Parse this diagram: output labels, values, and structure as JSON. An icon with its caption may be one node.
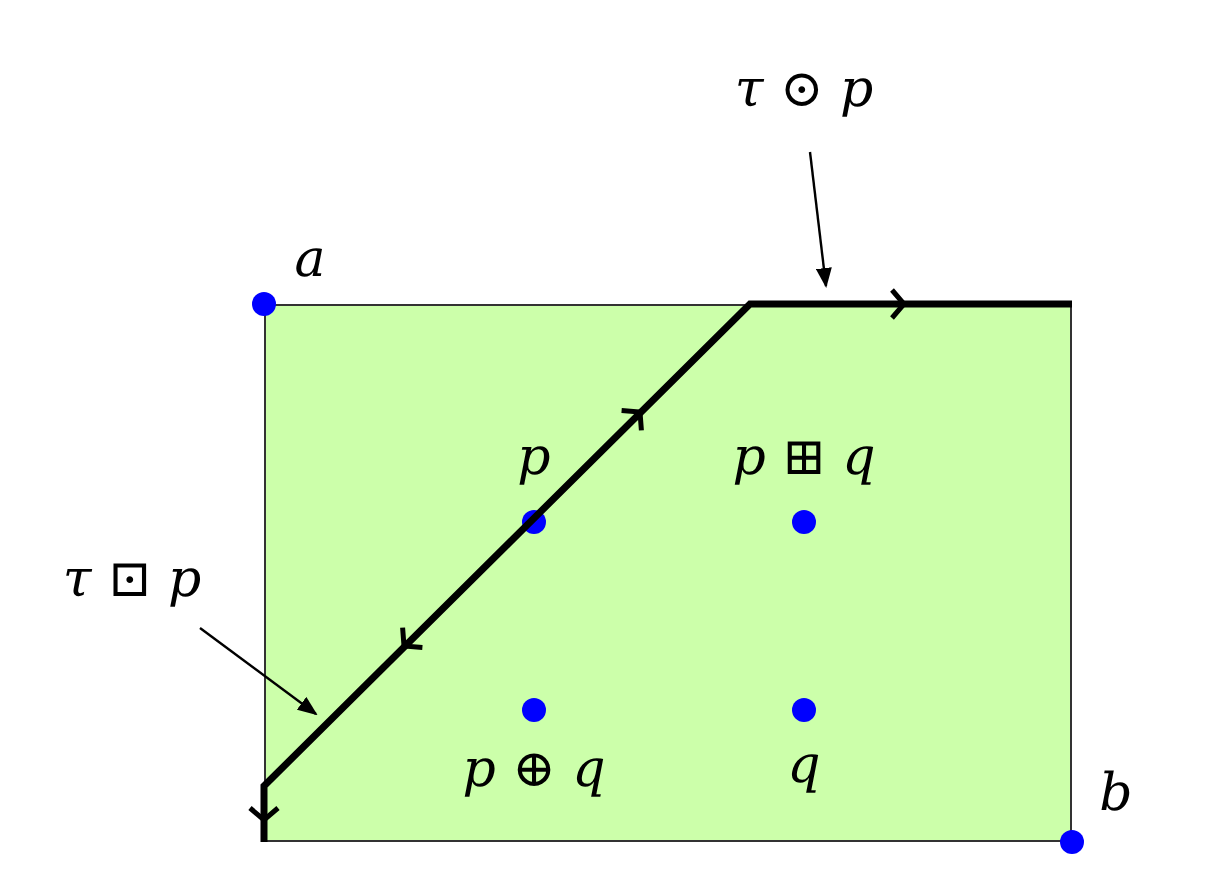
{
  "diagram": {
    "nodes": [
      {
        "text": [],
        "shape": "box"
      },
      {
        "text": [],
        "shape": "circle",
        "beside": [
          "a"
        ]
      },
      {
        "text": [],
        "shape": "circle",
        "in": 0,
        "beside": [
          "p"
        ]
      },
      {
        "text": [],
        "shape": "circle",
        "in": 0,
        "beside": [
          "p ⊞ q"
        ]
      },
      {
        "text": [],
        "shape": "circle",
        "in": 0,
        "beside": [
          "p ⊕ q"
        ]
      },
      {
        "text": [],
        "shape": "circle",
        "in": 0,
        "beside": [
          "q"
        ]
      },
      {
        "text": [],
        "shape": "circle",
        "beside": [
          "b"
        ]
      },
      {
        "text": [
          "τ ⊙ p"
        ]
      },
      {
        "text": [
          "τ ⊡ p"
        ]
      }
    ],
    "edges": [
      {
        "from": 7,
        "to": 0,
        "arrow": "to"
      },
      {
        "from": 8,
        "to": 0,
        "arrow": "to"
      }
    ]
  }
}
